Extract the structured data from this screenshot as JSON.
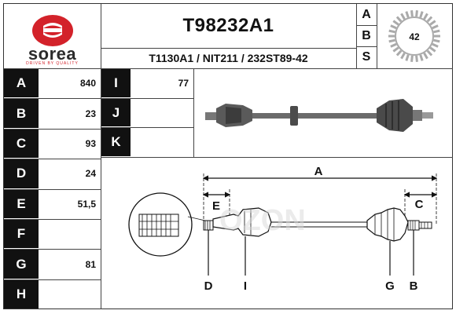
{
  "brand": {
    "name": "sorea",
    "tagline": "DRIVEN BY QUALITY",
    "color": "#d3222a"
  },
  "header": {
    "part_number": "T98232A1",
    "cross_references": "T1130A1 / NIT211 / 232ST89-42",
    "abs_letters": [
      "A",
      "B",
      "S"
    ],
    "abs_teeth": "42"
  },
  "specs_left": [
    {
      "label": "A",
      "value": "840"
    },
    {
      "label": "B",
      "value": "23"
    },
    {
      "label": "C",
      "value": "93"
    },
    {
      "label": "D",
      "value": "24"
    },
    {
      "label": "E",
      "value": "51,5"
    },
    {
      "label": "F",
      "value": ""
    },
    {
      "label": "G",
      "value": "81"
    },
    {
      "label": "H",
      "value": ""
    }
  ],
  "specs_mid": [
    {
      "label": "I",
      "value": "77"
    },
    {
      "label": "J",
      "value": ""
    },
    {
      "label": "K",
      "value": ""
    }
  ],
  "diagram_labels": {
    "a": "A",
    "b": "B",
    "c": "C",
    "d": "D",
    "e": "E",
    "g": "G",
    "i": "I"
  },
  "watermark": "OZON"
}
